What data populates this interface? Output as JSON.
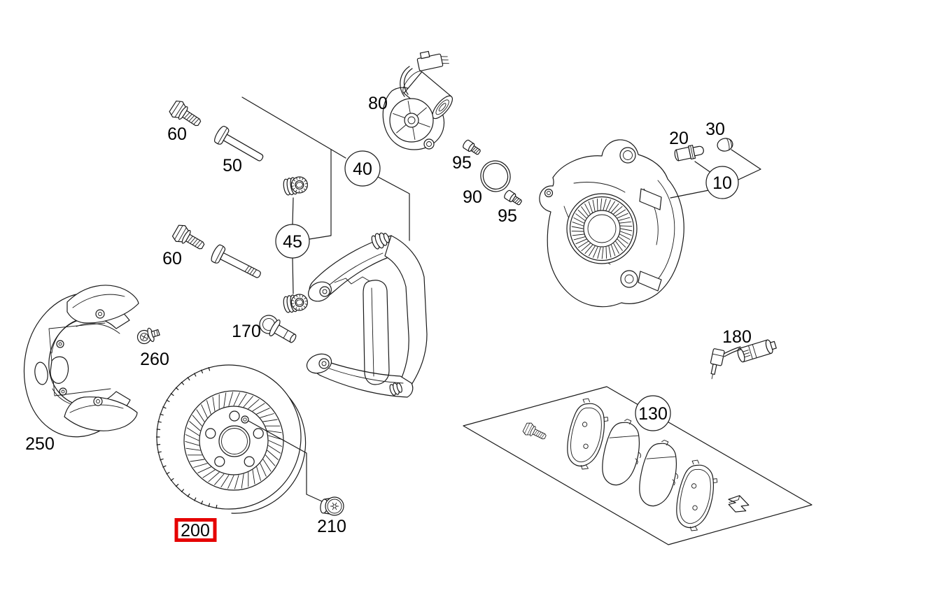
{
  "diagram_type": "exploded-parts-diagram-rear-disc-brake",
  "colors": {
    "background": "#ffffff",
    "line": "#1a1a1a",
    "label_text": "#000000",
    "selection_highlight": "#e50000"
  },
  "selection": {
    "label": "200",
    "style": "red-box"
  },
  "callouts": [
    {
      "id": "bolt-60-upper",
      "label": "60",
      "style": "plain"
    },
    {
      "id": "guide-pin-50",
      "label": "50",
      "style": "plain"
    },
    {
      "id": "repair-kit-40",
      "label": "40",
      "style": "circled"
    },
    {
      "id": "bushing-kit-45",
      "label": "45",
      "style": "circled"
    },
    {
      "id": "bolt-60-lower",
      "label": "60",
      "style": "plain"
    },
    {
      "id": "actuator-80",
      "label": "80",
      "style": "plain"
    },
    {
      "id": "screw-95-upper",
      "label": "95",
      "style": "plain"
    },
    {
      "id": "o-ring-90",
      "label": "90",
      "style": "plain"
    },
    {
      "id": "screw-95-lower",
      "label": "95",
      "style": "plain"
    },
    {
      "id": "bleeder-valve-20",
      "label": "20",
      "style": "plain"
    },
    {
      "id": "cap-30",
      "label": "30",
      "style": "plain"
    },
    {
      "id": "caliper-10",
      "label": "10",
      "style": "circled"
    },
    {
      "id": "bolt-170",
      "label": "170",
      "style": "plain"
    },
    {
      "id": "screw-260",
      "label": "260",
      "style": "plain"
    },
    {
      "id": "shield-250",
      "label": "250",
      "style": "plain"
    },
    {
      "id": "disc-200",
      "label": "200",
      "style": "boxed-selected"
    },
    {
      "id": "screw-210",
      "label": "210",
      "style": "plain"
    },
    {
      "id": "sensor-180",
      "label": "180",
      "style": "plain"
    },
    {
      "id": "pad-kit-130",
      "label": "130",
      "style": "circled"
    }
  ]
}
